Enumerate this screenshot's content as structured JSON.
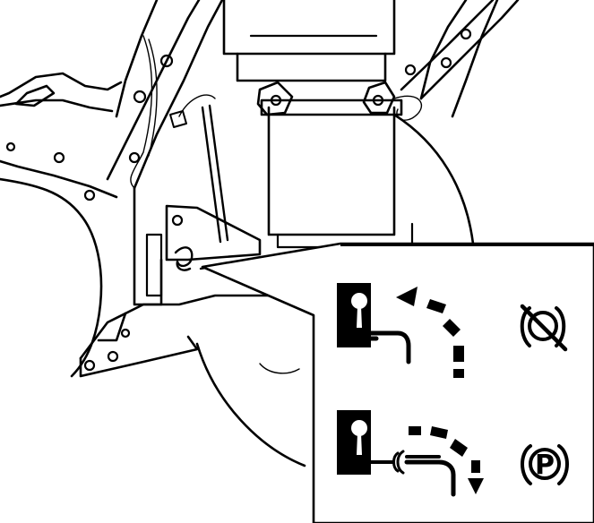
{
  "figure": {
    "callout": {
      "release_symbol": {
        "label": "",
        "icon": "parking-brake-off-icon",
        "arrow_direction": "up"
      },
      "engage_symbol": {
        "label": "P",
        "icon": "parking-brake-on-icon",
        "arrow_direction": "down"
      }
    },
    "colors": {
      "ink": "#000000",
      "paper": "#ffffff"
    }
  }
}
